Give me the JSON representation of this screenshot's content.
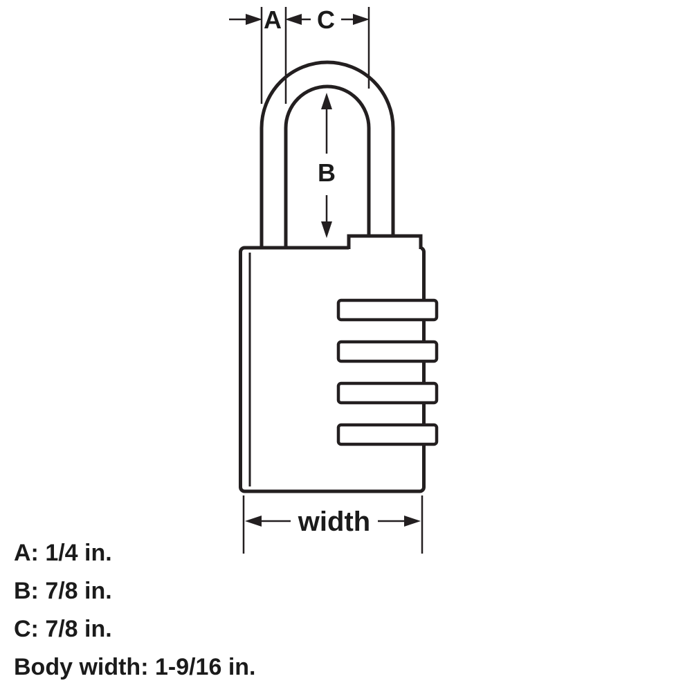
{
  "diagram": {
    "subject": "combination-padlock-dimension-drawing",
    "dimension_labels": {
      "a": "A",
      "b": "B",
      "c": "C",
      "width": "width"
    },
    "dimensions": {
      "a": "1/4 in.",
      "b": "7/8 in.",
      "c": "7/8 in.",
      "body_width": "1-9/16 in."
    },
    "specs": [
      "A: 1/4 in.",
      "B: 7/8 in.",
      "C: 7/8 in.",
      "Body width: 1-9/16 in."
    ],
    "colors": {
      "line": "#231f20",
      "background": "#ffffff"
    }
  }
}
